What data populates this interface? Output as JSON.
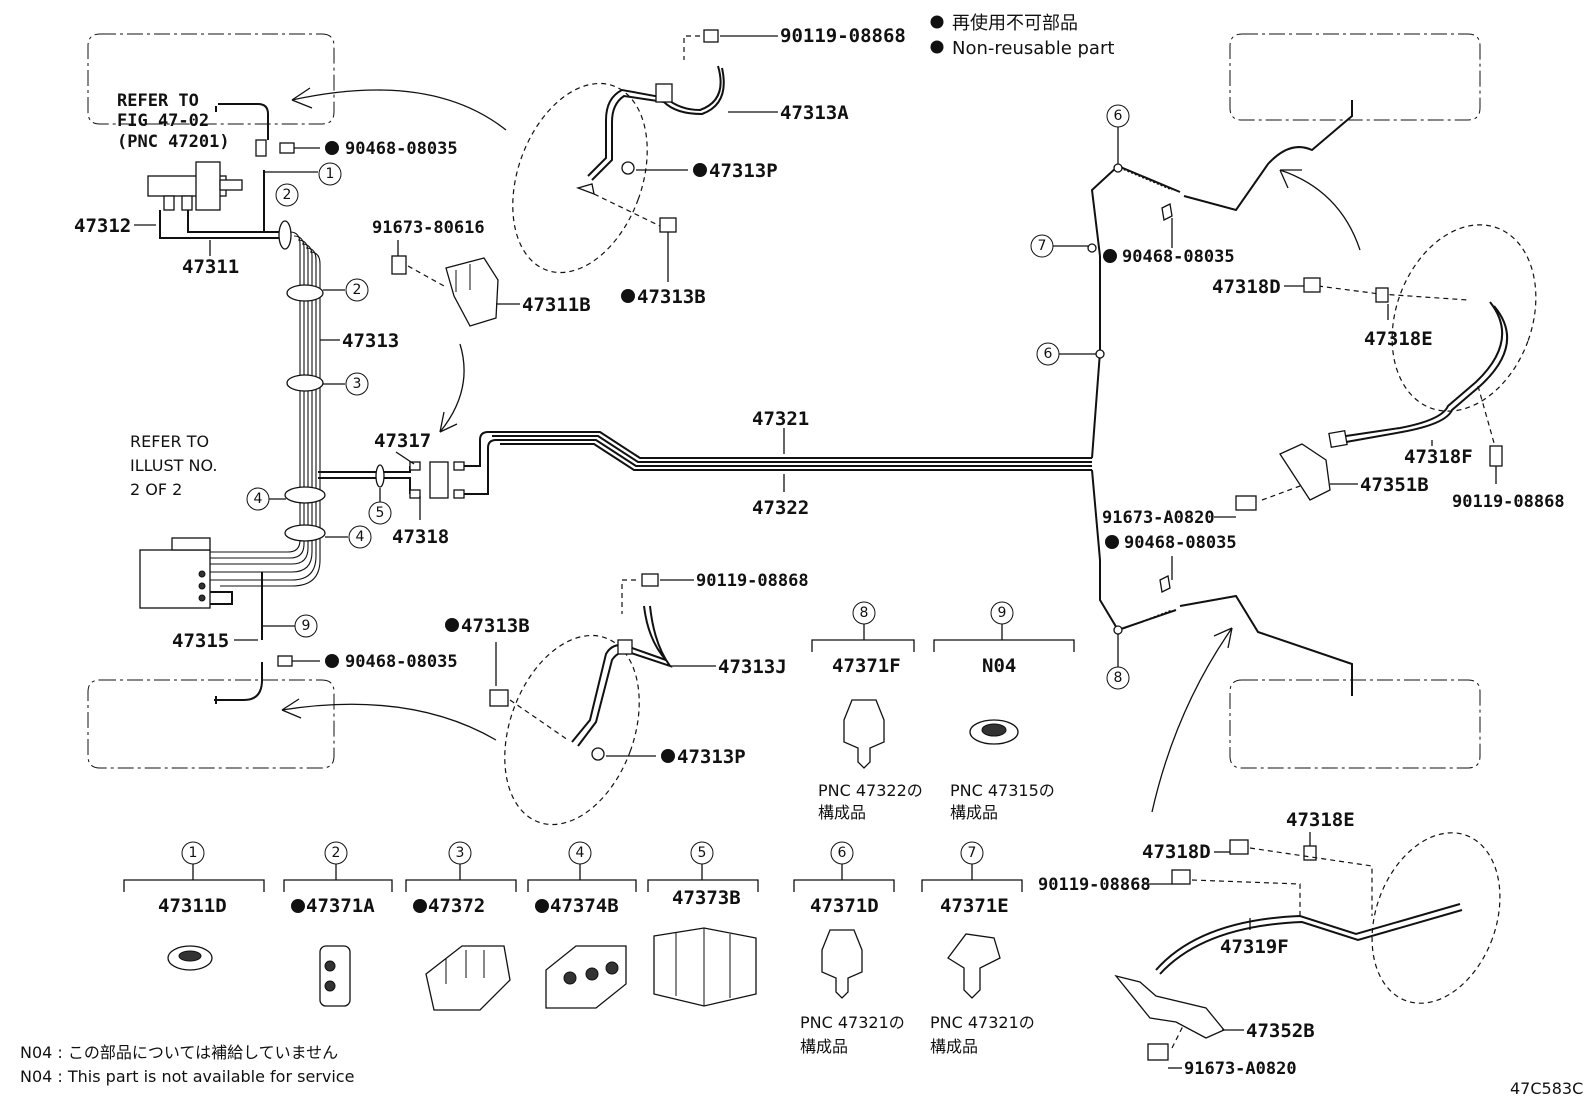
{
  "legend": {
    "non_reusable_jp": "再使用不可部品",
    "non_reusable_en": "Non-reusable part",
    "bullet": "●"
  },
  "references": {
    "fig_line1": "REFER TO",
    "fig_line2": "FIG 47-02",
    "fig_line3": "(PNC 47201)",
    "illust_line1": "REFER TO",
    "illust_line2": "ILLUST NO.",
    "illust_line3": "2 OF 2"
  },
  "parts": {
    "p90119_08868_top": "90119-08868",
    "p47313A": "47313A",
    "p47313P_top": "47313P",
    "p47313B_top": "47313B",
    "p90468_08035_a": "90468-08035",
    "p47312": "47312",
    "p47311": "47311",
    "p91673_80616": "91673-80616",
    "p47311B": "47311B",
    "p47313": "47313",
    "p47317": "47317",
    "p47318": "47318",
    "p47315": "47315",
    "p90468_08035_b": "90468-08035",
    "p47321": "47321",
    "p47322": "47322",
    "p90468_08035_c": "90468-08035",
    "p47318D_top": "47318D",
    "p47318E_top": "47318E",
    "p47318F": "47318F",
    "p47351B": "47351B",
    "p90119_08868_right": "90119-08868",
    "p91673_A0820_a": "91673-A0820",
    "p90468_08035_d": "90468-08035",
    "p47313B_bottom": "47313B",
    "p90119_08868_mid": "90119-08868",
    "p47313J": "47313J",
    "p47313P_bottom": "47313P",
    "p47318E_bottom": "47318E",
    "p47318D_bottom": "47318D",
    "p90119_08868_bottom": "90119-08868",
    "p47319F": "47319F",
    "p47352B": "47352B",
    "p91673_A0820_b": "91673-A0820"
  },
  "index_circles": [
    "1",
    "2",
    "2",
    "3",
    "4",
    "4",
    "5",
    "6",
    "7",
    "6",
    "8",
    "9"
  ],
  "kits": [
    {
      "num": "8",
      "part": "47371F",
      "note1": "PNC 47322の",
      "note2": "構成品"
    },
    {
      "num": "9",
      "part": "N04",
      "note1": "PNC 47315の",
      "note2": "構成品"
    },
    {
      "num": "1",
      "part": "47311D"
    },
    {
      "num": "2",
      "part": "47371A",
      "nonreusable": true
    },
    {
      "num": "3",
      "part": "47372",
      "nonreusable": true
    },
    {
      "num": "4",
      "part": "47374B",
      "nonreusable": true
    },
    {
      "num": "5",
      "part": "47373B"
    },
    {
      "num": "6",
      "part": "47371D",
      "note1": "PNC 47321の",
      "note2": "構成品"
    },
    {
      "num": "7",
      "part": "47371E",
      "note1": "PNC 47321の",
      "note2": "構成品"
    }
  ],
  "footnotes": {
    "jp": "N04 :  この部品については補給していません",
    "en": "N04 :   This part is not available for service"
  },
  "figure_id": "47C583C"
}
